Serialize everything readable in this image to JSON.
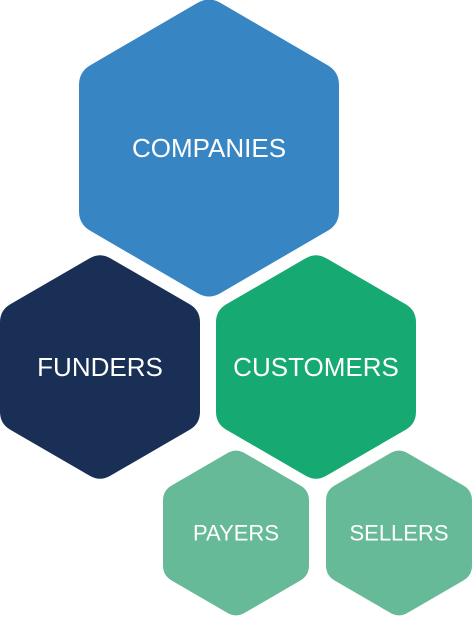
{
  "nodes": [
    {
      "id": "companies",
      "label": "COMPANIES",
      "color": "#3885C3"
    },
    {
      "id": "funders",
      "label": "FUNDERS",
      "color": "#1A2F55"
    },
    {
      "id": "customers",
      "label": "CUSTOMERS",
      "color": "#16AA72"
    },
    {
      "id": "payers",
      "label": "PAYERS",
      "color": "#67BA98"
    },
    {
      "id": "sellers",
      "label": "SELLERS",
      "color": "#67BA98"
    }
  ]
}
